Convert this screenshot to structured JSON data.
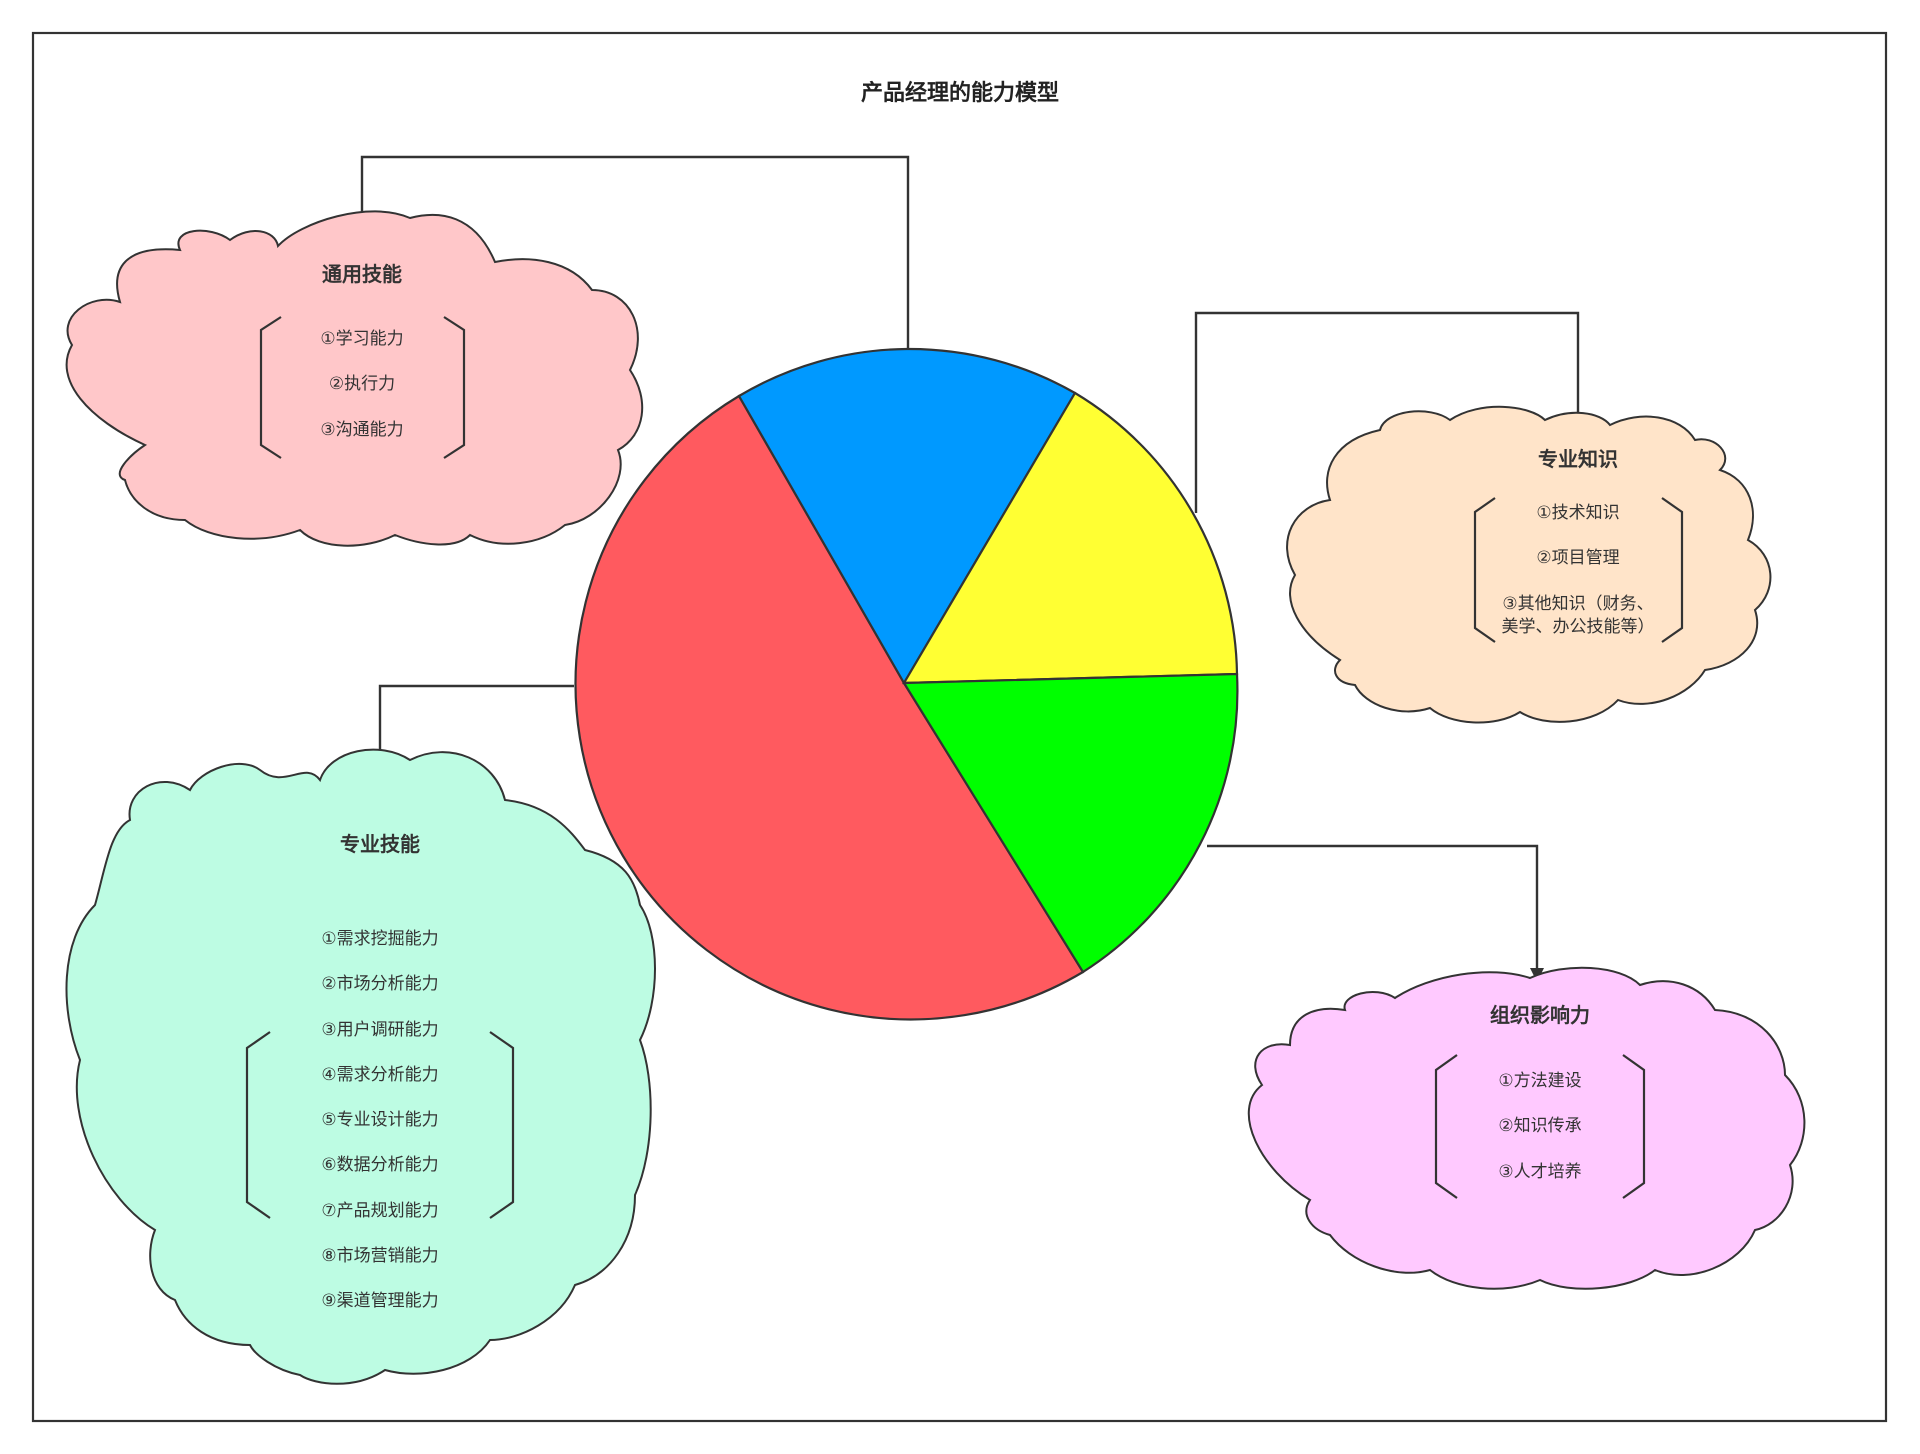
{
  "title": "产品经理的能力模型",
  "clouds": {
    "general": {
      "title": "通用技能",
      "color": "#FFC7C9",
      "items": [
        "①学习能力",
        "②执行力",
        "③沟通能力"
      ]
    },
    "knowledge": {
      "title": "专业知识",
      "color": "#FFE4C9",
      "items": [
        "①技术知识",
        "②项目管理",
        "③其他知识（财务、",
        "美学、办公技能等）"
      ]
    },
    "professional": {
      "title": "专业技能",
      "color": "#BDFCE3",
      "items": [
        "①需求挖掘能力",
        "②市场分析能力",
        "③用户调研能力",
        "④需求分析能力",
        "⑤专业设计能力",
        "⑥数据分析能力",
        "⑦产品规划能力",
        "⑧市场营销能力",
        "⑨渠道管理能力"
      ]
    },
    "influence": {
      "title": "组织影响力",
      "color": "#FFC9FF",
      "items": [
        "①方法建设",
        "②知识传承",
        "③人才培养"
      ]
    }
  },
  "pie": {
    "colors": {
      "blue": "#0099FF",
      "yellow": "#FFFF33",
      "green": "#00FF00",
      "red": "#FF5A5F"
    }
  }
}
